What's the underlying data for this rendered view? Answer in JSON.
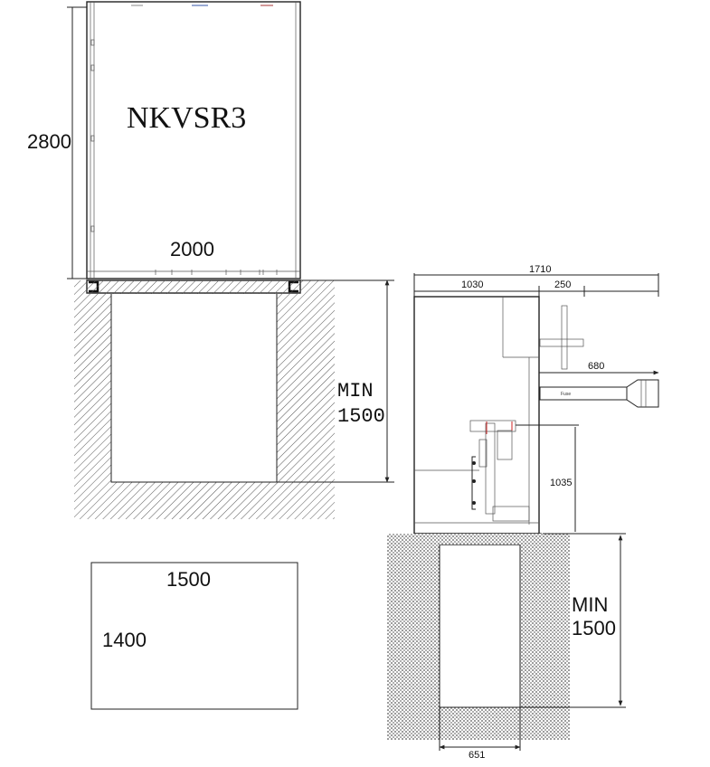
{
  "front_view": {
    "model_label": "NKVSR3",
    "height_dim": "2800",
    "width_dim": "2000",
    "pit_depth_min_line1": "MIN",
    "pit_depth_min_line2": "1500"
  },
  "base_plan": {
    "width_dim": "1500",
    "depth_dim": "1400"
  },
  "side_view": {
    "overall_depth_dim": "1710",
    "front_section_dim": "1030",
    "rear_offset_dim": "250",
    "fuse_projection_dim": "680",
    "fuse_label": "Fuse",
    "height_dim": "1035",
    "pit_depth_min_line1": "MIN",
    "pit_depth_min_line2": "1500",
    "pit_opening_dim": "651"
  },
  "colors": {
    "line": "#222222",
    "hatch": "#555555",
    "accent_red": "#cc2222"
  }
}
